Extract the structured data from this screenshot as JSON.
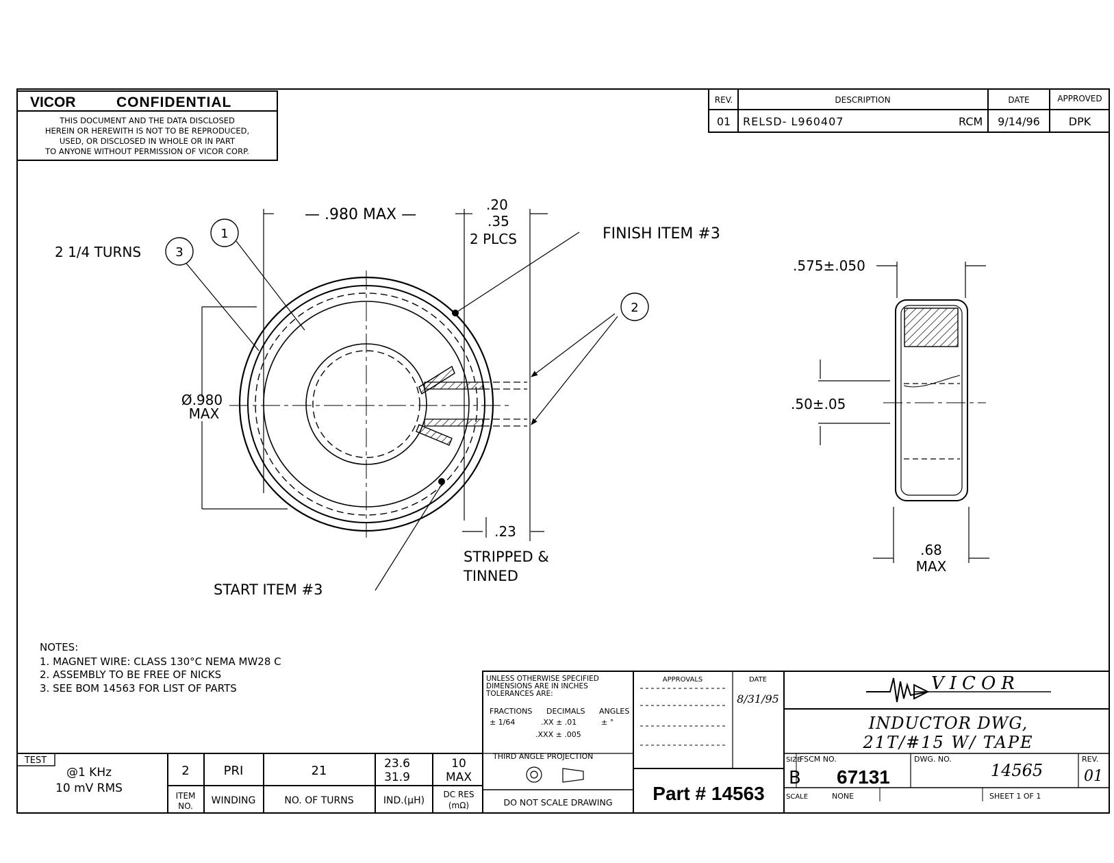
{
  "confidential": {
    "title_left": "VICOR",
    "title_right": "CONFIDENTIAL",
    "lines": [
      "THIS DOCUMENT AND THE DATA DISCLOSED",
      "HEREIN OR HEREWITH IS NOT TO BE REPRODUCED,",
      "USED, OR DISCLOSED IN WHOLE OR IN PART",
      "TO ANYONE WITHOUT PERMISSION OF VICOR CORP."
    ]
  },
  "revision_block": {
    "headers": {
      "rev": "REV.",
      "description": "DESCRIPTION",
      "date": "DATE",
      "approved": "APPROVED"
    },
    "rows": [
      {
        "rev": "01",
        "description": "RELSD- L960407",
        "by": "RCM",
        "date": "9/14/96",
        "approved": "DPK"
      }
    ]
  },
  "drawing": {
    "dim_width": "— .980 MAX —",
    "dim_lead_1": ".20",
    "dim_lead_2": ".35",
    "dim_lead_3": "2 PLCS",
    "finish_label": "FINISH ITEM #3",
    "turns_label": "2 1/4 TURNS",
    "balloon_1": "1",
    "balloon_2": "2",
    "balloon_3": "3",
    "dia_1": "Ø.980",
    "dia_2": "MAX",
    "stripped_dim": ".23",
    "stripped_1": "STRIPPED &",
    "stripped_2": "TINNED",
    "start_label": "START ITEM #3",
    "side_width": ".575±.050",
    "side_height": ".50±.05",
    "side_thick_1": ".68",
    "side_thick_2": "MAX"
  },
  "notes": {
    "title": "NOTES:",
    "items": [
      "1. MAGNET WIRE: CLASS 130°C NEMA MW28 C",
      "2. ASSEMBLY TO BE FREE OF NICKS",
      "3. SEE BOM 14563 FOR LIST OF PARTS"
    ]
  },
  "test_table": {
    "test_header": "TEST",
    "test_cond_1": "@1 KHz",
    "test_cond_2": "10 mV RMS",
    "item_no": "2",
    "winding": "PRI",
    "turns": "21",
    "ind_1": "23.6",
    "ind_2": "31.9",
    "dcr_1": "10",
    "dcr_2": "MAX",
    "h_item_1": "ITEM",
    "h_item_2": "NO.",
    "h_winding": "WINDING",
    "h_turns": "NO. OF TURNS",
    "h_ind": "IND.(µH)",
    "h_dcr_1": "DC RES",
    "h_dcr_2": "(mΩ)"
  },
  "tolerances": {
    "lines": [
      "UNLESS OTHERWISE SPECIFIED",
      "DIMENSIONS ARE IN INCHES",
      "TOLERANCES ARE:"
    ],
    "h_fractions": "FRACTIONS",
    "h_decimals": "DECIMALS",
    "h_angles": "ANGLES",
    "fraction": "± 1/64",
    "dec_2": ".XX ± .01",
    "dec_3": ".XXX ± .005",
    "angle": "± °",
    "projection": "THIRD ANGLE PROJECTION",
    "no_scale": "DO NOT SCALE DRAWING"
  },
  "approvals": {
    "h_approvals": "APPROVALS",
    "h_date": "DATE",
    "date_1": "8/31/95"
  },
  "part_number": "Part # 14563",
  "title_block": {
    "logo_text": "VICOR",
    "title_1": "INDUCTOR DWG,",
    "title_2": "21T/#15 W/ TAPE",
    "h_size": "SIZE",
    "size": "B",
    "h_fscm": "FSCM NO.",
    "fscm": "67131",
    "h_dwg": "DWG. NO.",
    "dwg": "14565",
    "h_rev": "REV.",
    "rev": "01",
    "h_scale": "SCALE",
    "scale": "NONE",
    "sheet": "SHEET 1 OF 1"
  }
}
